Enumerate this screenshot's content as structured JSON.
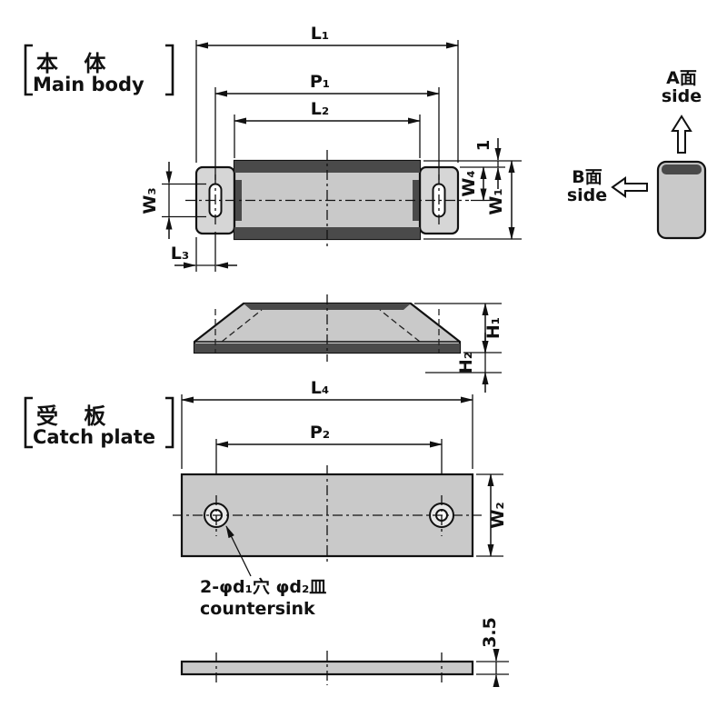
{
  "titles": {
    "main_body_jp": "本 体",
    "main_body_en": "Main body",
    "catch_plate_jp": "受 板",
    "catch_plate_en": "Catch plate"
  },
  "side_views": {
    "a_face_jp": "A面",
    "a_face_en": "side",
    "b_face_jp": "B面",
    "b_face_en": "side"
  },
  "dims": {
    "L1": "L₁",
    "P1": "P₁",
    "L2": "L₂",
    "W1": "W₁",
    "W3": "W₃",
    "W4": "W₄",
    "offset1": "1",
    "L3": "L₃",
    "H1": "H₁",
    "H2": "H₂",
    "L4": "L₄",
    "P2": "P₂",
    "W2": "W₂",
    "thickness": "3.5"
  },
  "notes": {
    "hole_note": "2-φd₁穴 φd₂皿",
    "hole_note_en": "countersink"
  },
  "colors": {
    "line": "#111111",
    "fill_light": "#c9c9c9",
    "fill_dark": "#4a4a4a",
    "paper": "#ffffff"
  }
}
